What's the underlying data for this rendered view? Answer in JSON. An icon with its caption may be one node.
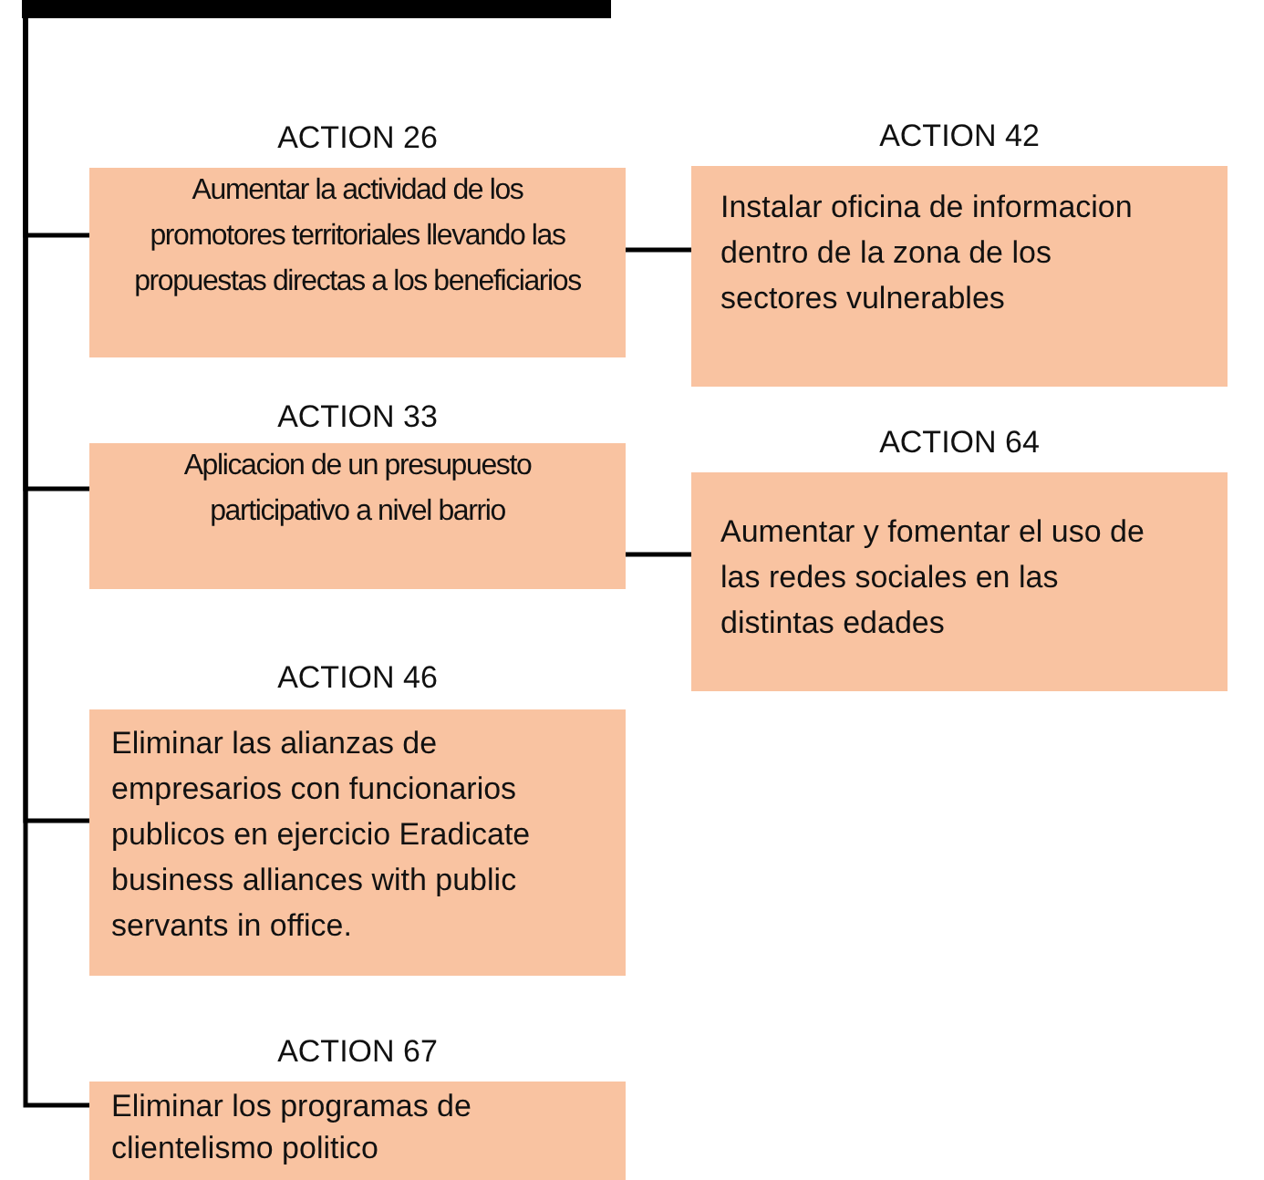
{
  "diagram": {
    "nodes": [
      {
        "text": [],
        "shape": "bar"
      },
      {
        "text": [
          "ACTION 26",
          "Aumentar la actividad de los promotores territoriales llevando las propuestas directas a los beneficiarios"
        ]
      },
      {
        "text": [
          "ACTION 42",
          "Instalar oficina de informacion dentro de la zona de los sectores vulnerables"
        ]
      },
      {
        "text": [
          "ACTION 33",
          "Aplicacion de un presupuesto participativo a nivel barrio"
        ]
      },
      {
        "text": [
          "ACTION 64",
          "Aumentar y fomentar el uso de las redes sociales en las distintas edades"
        ]
      },
      {
        "text": [
          "ACTION 46",
          "Eliminar las alianzas de empresarios con funcionarios publicos en ejercicio Eradicate business alliances with public servants in office."
        ]
      },
      {
        "text": [
          "ACTION 67",
          "Eliminar los programas de clientelismo politico"
        ]
      }
    ],
    "edges": [
      {
        "from": 0,
        "to": 1,
        "arrow": "none"
      },
      {
        "from": 0,
        "to": 3,
        "arrow": "none"
      },
      {
        "from": 0,
        "to": 5,
        "arrow": "none"
      },
      {
        "from": 0,
        "to": 6,
        "arrow": "none"
      },
      {
        "from": 1,
        "to": 2,
        "arrow": "none"
      },
      {
        "from": 3,
        "to": 4,
        "arrow": "none"
      }
    ]
  }
}
